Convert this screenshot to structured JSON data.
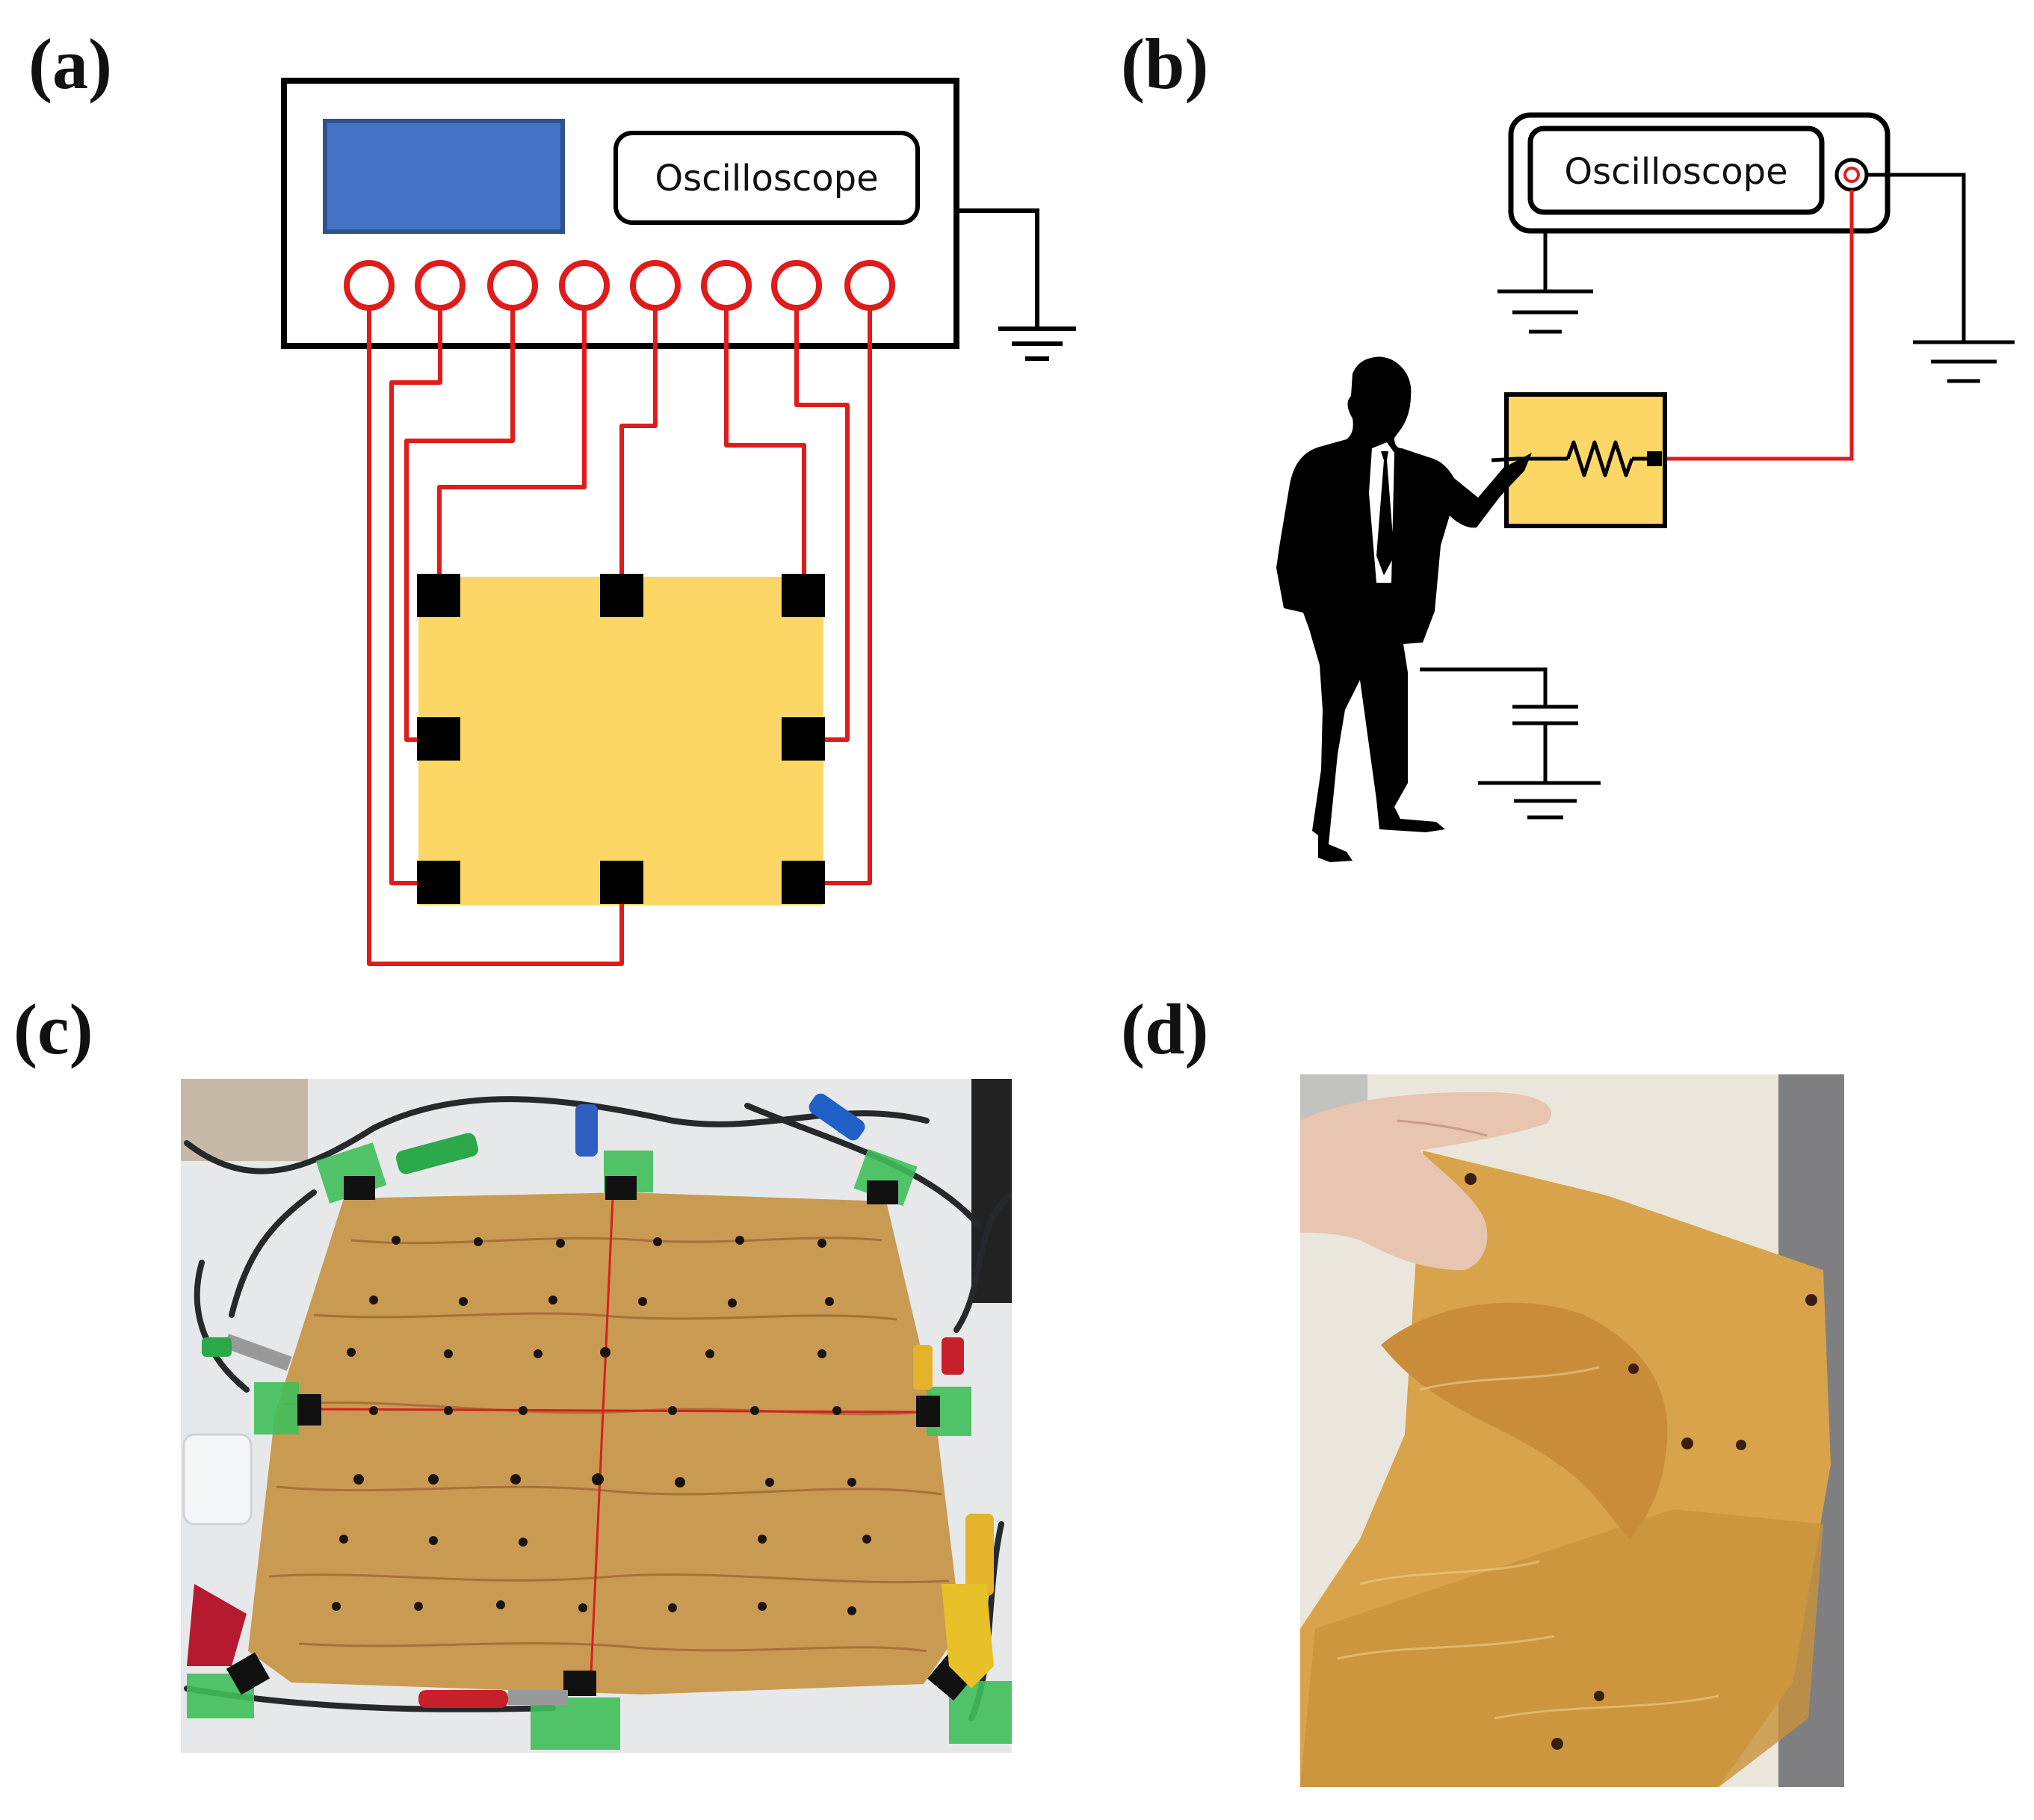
{
  "figure": {
    "panels": {
      "a": {
        "label": "(a)",
        "oscilloscope_label": "Oscilloscope",
        "channel_count": 8,
        "electrode_count": 8
      },
      "b": {
        "label": "(b)",
        "oscilloscope_label": "Oscilloscope"
      },
      "c": {
        "label": "(c)"
      },
      "d": {
        "label": "(d)"
      }
    },
    "colors": {
      "wire": "#e01b1b",
      "sheet": "#fcd766",
      "screen": "#4472c4",
      "electrode": "#000000",
      "photo_sheet": "#c99a52",
      "photo_background": "#e6e8ea"
    },
    "icons": [
      "ground-icon",
      "resistor-icon",
      "capacitor-icon",
      "person-silhouette-icon",
      "binder-clip-icon",
      "alligator-clip-icon"
    ]
  }
}
